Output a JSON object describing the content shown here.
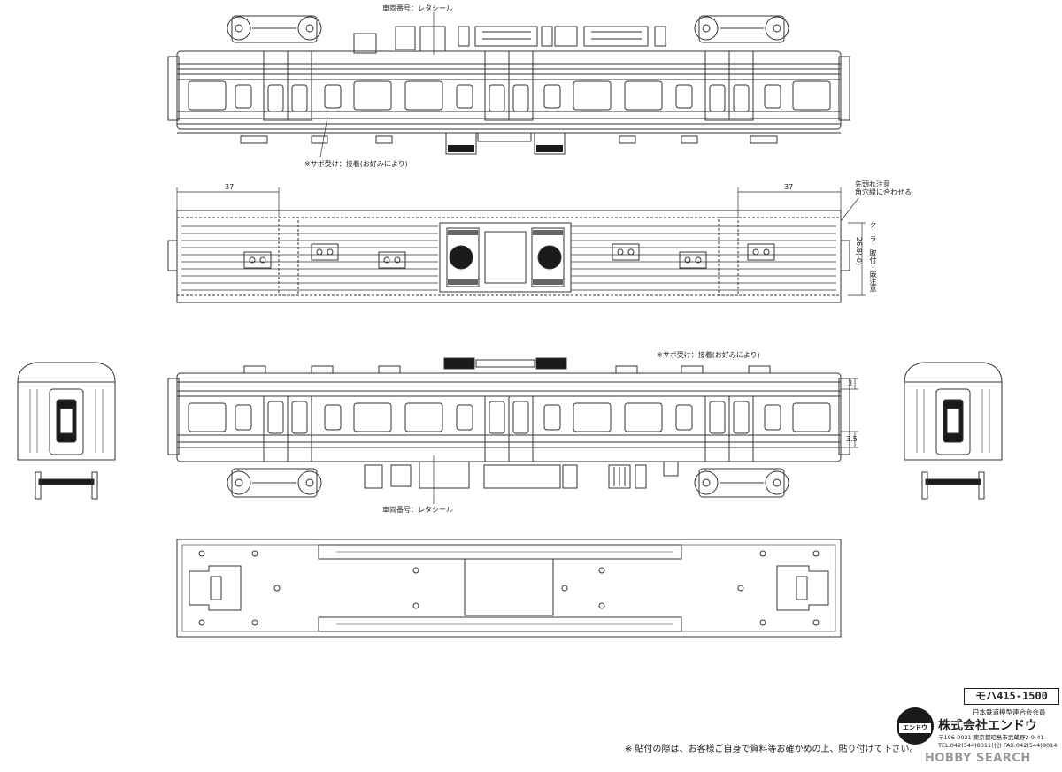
{
  "labels": {
    "car_number_top": "車両番号：レタシール",
    "sabo_top": "※サボ受け：接着(お好みにより)",
    "dim_left": "37",
    "dim_right": "37",
    "roof_note_1": "先頭れ注意",
    "roof_note_2": "角穴縁に合わせる",
    "cooler_note": "クーラー取付・嵌注意",
    "dim_vertical": "26.8(-0)",
    "sabo_side": "※サボ受け：接着(お好みにより)",
    "dim_3": "3",
    "dim_3_5": "3.5",
    "car_number_bottom": "車両番号：レタシール"
  },
  "model_number": "モハ415-1500",
  "company": {
    "logo_text": "エンドウ",
    "association": "日本鉄道模型連合会会員",
    "name": "株式会社エンドウ",
    "postal_address": "〒196-0021 東京都昭島市武蔵野2-9-41",
    "phone_fax": "TEL.042(544)8011(代) FAX.042(544)8014"
  },
  "notice": "※ 貼付の際は、お客様ご自身で資料等お確かめの上、貼り付けて下さい。",
  "watermark": "HOBBY SEARCH",
  "colors": {
    "line": "#333333",
    "fill_dark": "#1a1a1a",
    "watermark": "#9a9a9a"
  }
}
